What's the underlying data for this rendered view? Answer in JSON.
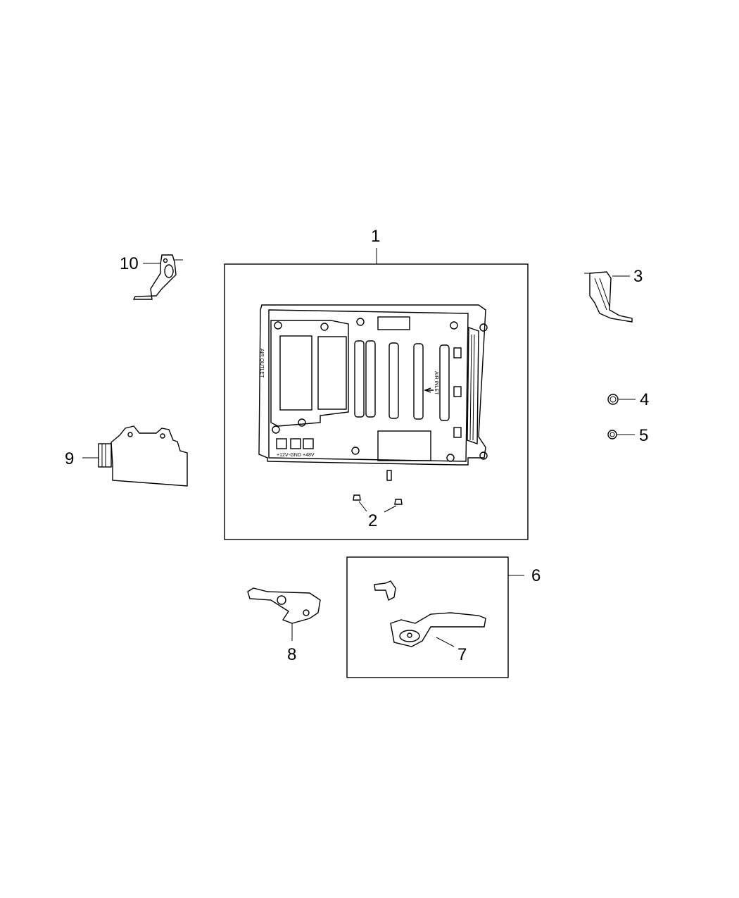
{
  "diagram": {
    "callouts": [
      {
        "number": "1",
        "part": "module-assembly"
      },
      {
        "number": "2",
        "part": "nut"
      },
      {
        "number": "3",
        "part": "bracket"
      },
      {
        "number": "4",
        "part": "grommet"
      },
      {
        "number": "5",
        "part": "grommet"
      },
      {
        "number": "6",
        "part": "bracket-kit"
      },
      {
        "number": "7",
        "part": "bracket"
      },
      {
        "number": "8",
        "part": "bracket"
      },
      {
        "number": "9",
        "part": "cover"
      },
      {
        "number": "10",
        "part": "bracket"
      }
    ],
    "module_labels": {
      "terminal_1": "+12V",
      "terminal_2": "-GND",
      "terminal_3": "+48V",
      "air_inlet": "AIR INLET",
      "air_outlet": "AIR OUTLET"
    }
  }
}
